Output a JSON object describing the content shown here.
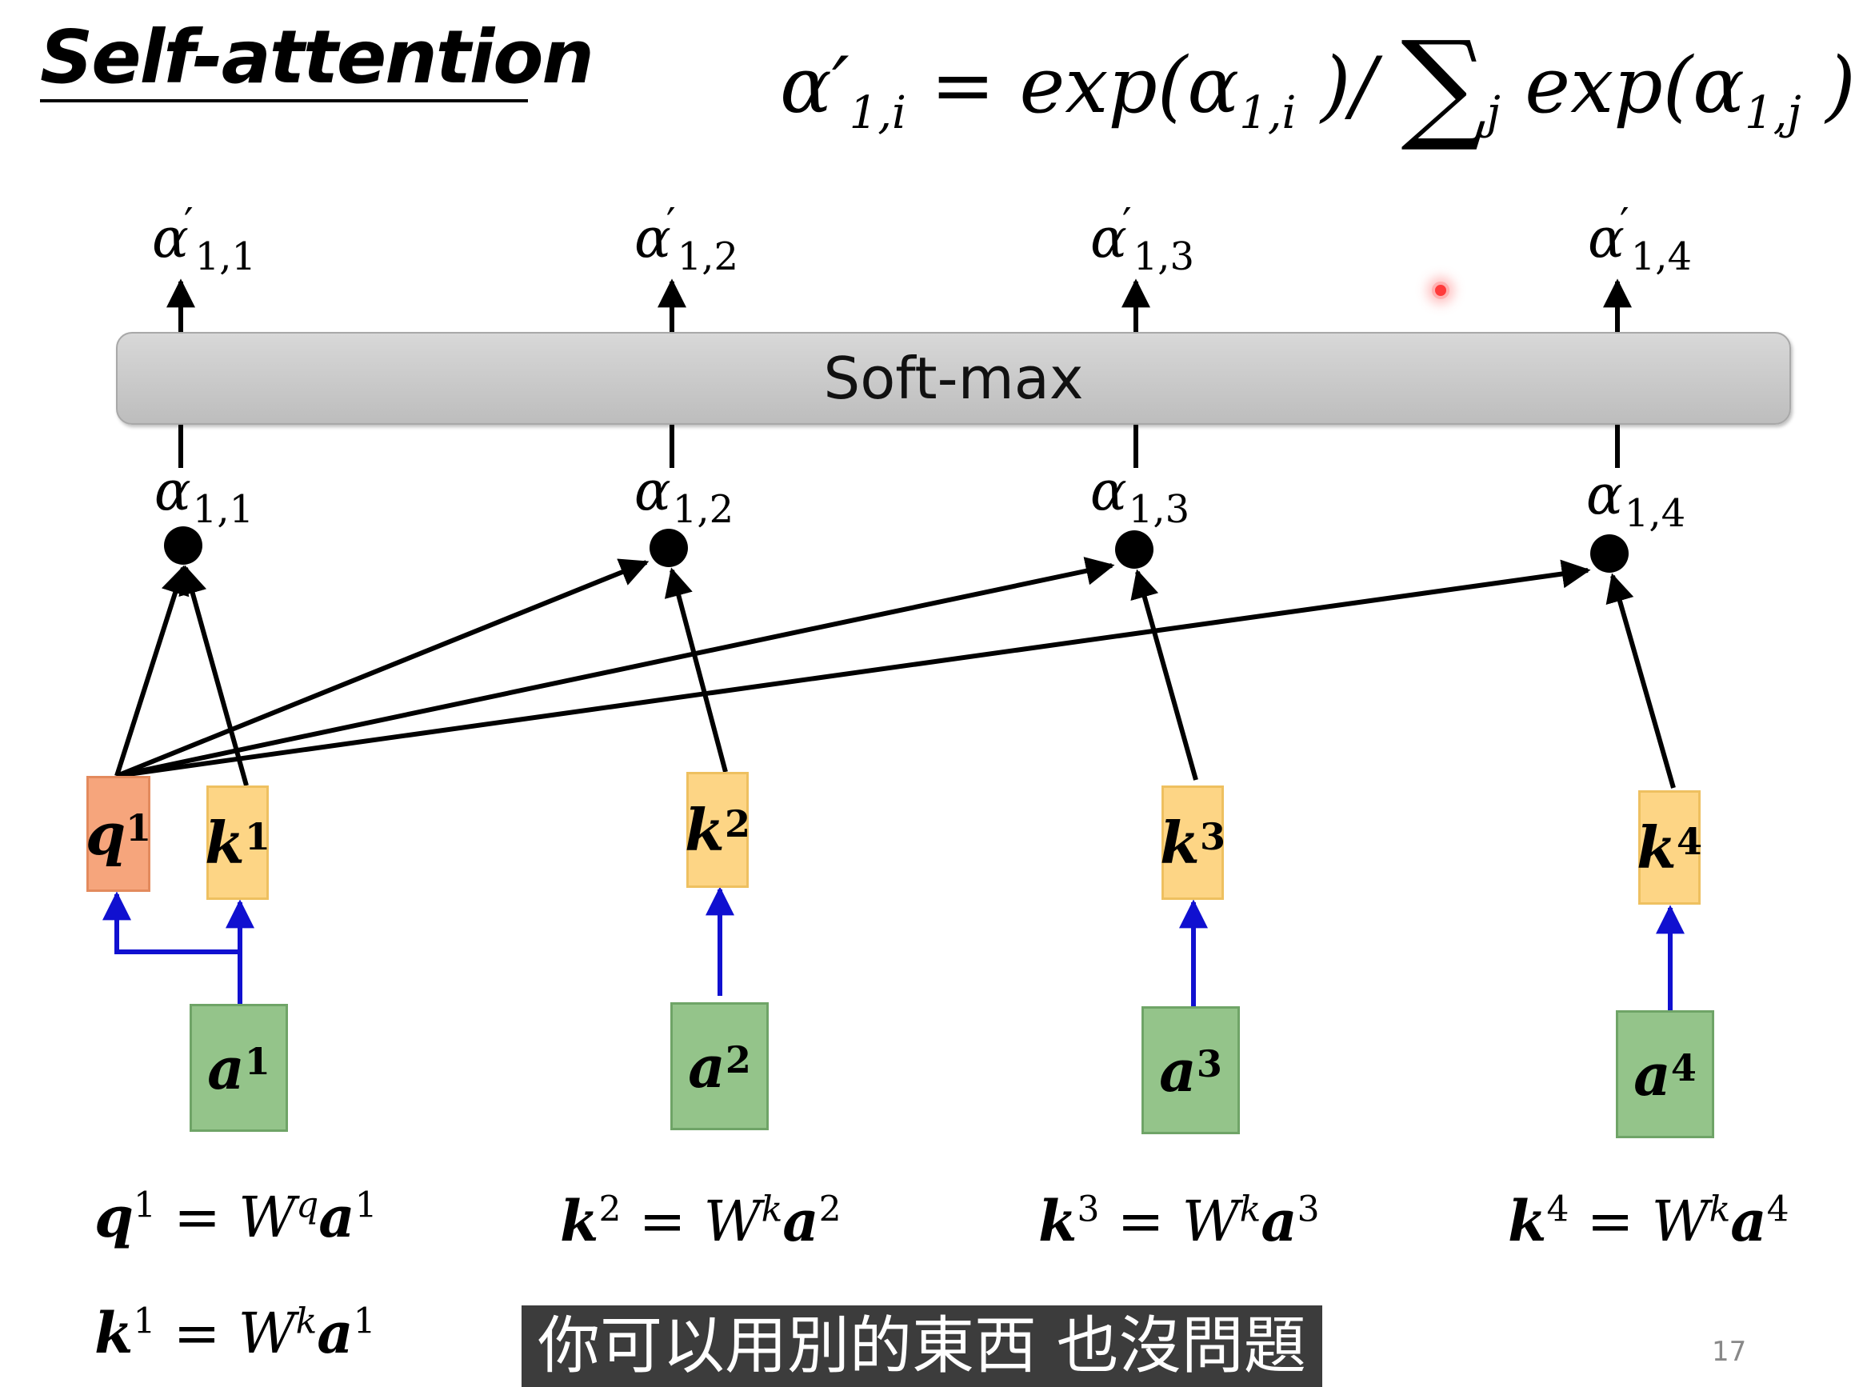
{
  "slide": {
    "title": "Self-attention",
    "formula": {
      "lhs": "α′",
      "lhs_sub": "1,i",
      "eq": " = exp(α",
      "sub1": "1,i",
      "mid": " )/ ",
      "sigma": "∑",
      "sigma_sub": "j",
      "rhs": " exp(α",
      "sub2": "1,j",
      "end": " )"
    },
    "softmax_label": "Soft-max",
    "outputs": [
      {
        "sym": "α",
        "prime": "′",
        "sub": "1,1"
      },
      {
        "sym": "α",
        "prime": "′",
        "sub": "1,2"
      },
      {
        "sym": "α",
        "prime": "′",
        "sub": "1,3"
      },
      {
        "sym": "α",
        "prime": "′",
        "sub": "1,4"
      }
    ],
    "scores": [
      {
        "sym": "α",
        "sub": "1,1"
      },
      {
        "sym": "α",
        "sub": "1,2"
      },
      {
        "sym": "α",
        "sub": "1,3"
      },
      {
        "sym": "α",
        "sub": "1,4"
      }
    ],
    "query": {
      "base": "q",
      "sup": "1"
    },
    "keys": [
      {
        "base": "k",
        "sup": "1"
      },
      {
        "base": "k",
        "sup": "2"
      },
      {
        "base": "k",
        "sup": "3"
      },
      {
        "base": "k",
        "sup": "4"
      }
    ],
    "inputs": [
      {
        "base": "a",
        "sup": "1"
      },
      {
        "base": "a",
        "sup": "2"
      },
      {
        "base": "a",
        "sup": "3"
      },
      {
        "base": "a",
        "sup": "4"
      }
    ],
    "equations": [
      {
        "lhs": "q",
        "lhs_sup": "1",
        "w": "W",
        "w_sup": "q",
        "rhs": "a",
        "rhs_sup": "1"
      },
      {
        "lhs": "k",
        "lhs_sup": "2",
        "w": "W",
        "w_sup": "k",
        "rhs": "a",
        "rhs_sup": "2"
      },
      {
        "lhs": "k",
        "lhs_sup": "3",
        "w": "W",
        "w_sup": "k",
        "rhs": "a",
        "rhs_sup": "3"
      },
      {
        "lhs": "k",
        "lhs_sup": "4",
        "w": "W",
        "w_sup": "k",
        "rhs": "a",
        "rhs_sup": "4"
      },
      {
        "lhs": "k",
        "lhs_sup": "1",
        "w": "W",
        "w_sup": "k",
        "rhs": "a",
        "rhs_sup": "1"
      }
    ],
    "equals_sign": " = ",
    "subtitle": "你可以用別的東西 也沒問題",
    "page_number": "17",
    "colors": {
      "query": "#f6a57c",
      "key": "#fdd585",
      "input": "#94c48a",
      "input_arrow": "#1010d0",
      "dot_arrow": "#000000"
    }
  }
}
